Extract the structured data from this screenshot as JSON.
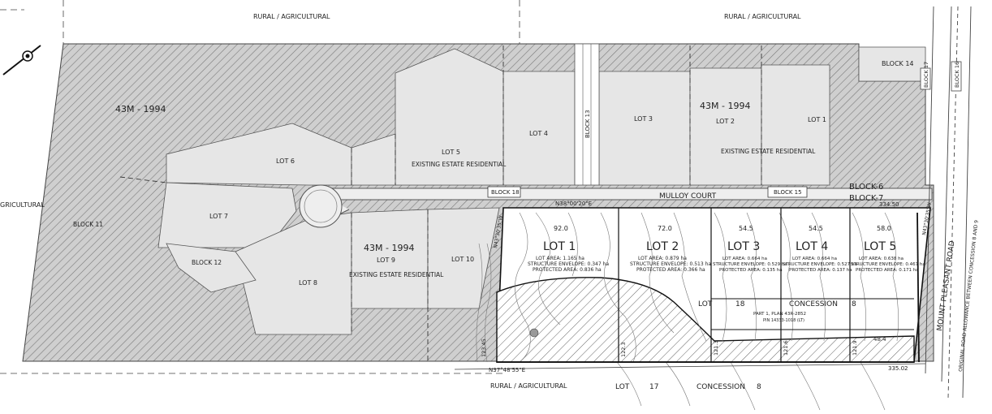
{
  "zoning": {
    "top_left": "RURAL / AGRICULTURAL",
    "top_right": "RURAL / AGRICULTURAL",
    "left": "GRICULTURAL",
    "bottom": "RURAL / AGRICULTURAL"
  },
  "plans": {
    "p1": "43M - 1994",
    "p2": "43M - 1994",
    "p3": "43M - 1994"
  },
  "existing_res": {
    "a": "EXISTING ESTATE RESIDENTIAL",
    "b": "EXISTING ESTATE RESIDENTIAL",
    "c": "EXISTING ESTATE RESIDENTIAL"
  },
  "existing_lots": {
    "lot1": "LOT 1",
    "lot2": "LOT 2",
    "lot3": "LOT 3",
    "lot4": "LOT 4",
    "lot5": "LOT 5",
    "lot6": "LOT 6",
    "lot7": "LOT 7",
    "lot8": "LOT 8",
    "lot9": "LOT 9",
    "lot10": "LOT 10"
  },
  "blocks": {
    "b11": "BLOCK 11",
    "b12": "BLOCK 12",
    "b13": "BLOCK 13",
    "b14": "BLOCK 14",
    "b15": "BLOCK 15",
    "b16": "BLOCK 16",
    "b17": "BLOCK 17",
    "b18": "BLOCK 18",
    "b6": "BLOCK-6",
    "b7": "BLOCK-7"
  },
  "road": {
    "court": "MULLOY COURT",
    "bearing_top": "N38°00'20\"E",
    "bearing_bottom": "N37°48'55\"E",
    "mount_pleasant": "MOUNT PLEASANT ROAD",
    "allowance": "ORIGINAL ROAD ALLOWANCE BETWEEN CONCESSION 8 AND 9"
  },
  "new_lots": [
    {
      "name": "LOT 1",
      "frontage": "92.0",
      "area": "LOT AREA: 1.165 ha",
      "envelope": "STRUCTURE ENVELOPE: 0.347 ha",
      "protected": "PROTECTED AREA: 0.836 ha"
    },
    {
      "name": "LOT 2",
      "frontage": "72.0",
      "area": "LOT AREA: 0.879 ha",
      "envelope": "STRUCTURE ENVELOPE: 0.513 ha",
      "protected": "PROTECTED AREA: 0.366 ha"
    },
    {
      "name": "LOT 3",
      "frontage": "54.5",
      "area": "LOT AREA: 0.664 ha",
      "envelope": "STRUCTURE ENVELOPE: 0.529 ha",
      "protected": "PROTECTED AREA: 0.135 ha"
    },
    {
      "name": "LOT 4",
      "frontage": "54.5",
      "area": "LOT AREA: 0.664 ha",
      "envelope": "STRUCTURE ENVELOPE: 0.527 ha",
      "protected": "PROTECTED AREA: 0.137 ha"
    },
    {
      "name": "LOT 5",
      "frontage": "58.0",
      "area": "LOT AREA: 0.638 ha",
      "envelope": "STRUCTURE ENVELOPE: 0.467 ha",
      "protected": "PROTECTED AREA: 0.171 ha"
    }
  ],
  "legal": {
    "lot18": "LOT",
    "lot18_num": "18",
    "concession": "CONCESSION",
    "concession_num": "8",
    "part": "PART 1, PLAN 43R-2852",
    "pin": "PIN 14333-1018 (LT)",
    "lot17": "LOT",
    "lot17_num": "17",
    "concession2": "CONCESSION",
    "concession2_num": "8"
  },
  "dims": {
    "d1": "334.50",
    "d2": "335.02",
    "d3": "48.4",
    "d4": "123.45",
    "d5": "122.3",
    "d6": "121.3",
    "d7": "121.6",
    "d8": "121.9",
    "d9": "N43°30'35\"W",
    "d10": "N43°30'35\"W"
  }
}
